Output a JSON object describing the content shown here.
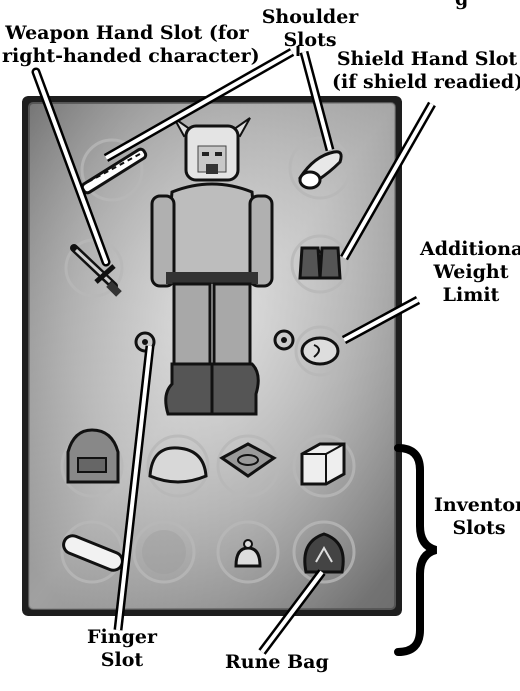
{
  "callouts": {
    "top_clip": "g",
    "weapon_hand": [
      "Weapon Hand Slot (for",
      "right-handed character)"
    ],
    "shoulder": [
      "Shoulder",
      "Slots"
    ],
    "shield_hand": [
      "Shield Hand Slot",
      "(if shield readied)"
    ],
    "weight": [
      "Additiona",
      "Weight",
      "Limit"
    ],
    "inventory": [
      "Inventor",
      "Slots"
    ],
    "finger": [
      "Finger",
      "Slot"
    ],
    "rune_bag": "Rune Bag"
  },
  "colors": {
    "panel_frame": "#2a2a2a",
    "panel_bg": "#8c8c8c",
    "slot_ring": "#a8a8a8",
    "leader_line": "#000000"
  },
  "slots": {
    "left_shoulder": "staff-icon",
    "right_shoulder": "sling-icon",
    "weapon_hand": "sword-icon",
    "shield_hand": "gloves-icon",
    "weight": "belt-pouch-icon",
    "inventory": [
      "backpack-icon",
      "sack-icon",
      "coiled-rope-icon",
      "crate-icon",
      "scroll-icon",
      "empty",
      "small-pouch-icon",
      "rune-bag-icon"
    ]
  }
}
